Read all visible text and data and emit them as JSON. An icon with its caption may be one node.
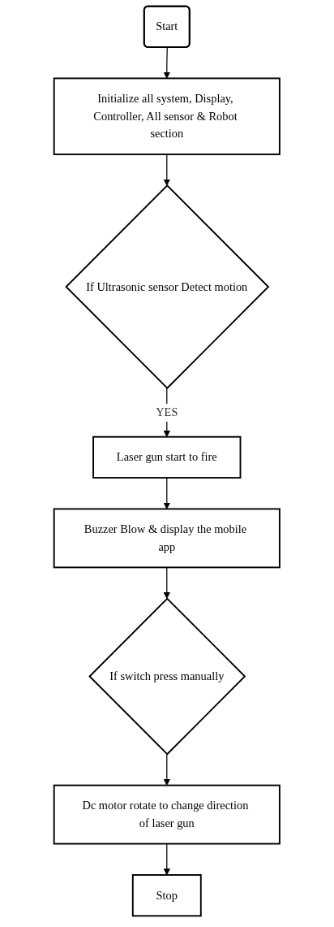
{
  "diagram": {
    "nodes": [
      {
        "text": [
          "Start"
        ]
      },
      {
        "text": [
          "Initialize all system, Display, Controller, All sensor & Robot section"
        ]
      },
      {
        "text": [
          "If Ultrasonic sensor Detect motion"
        ]
      },
      {
        "text": [
          "Laser gun start to fire"
        ]
      },
      {
        "text": [
          "Buzzer Blow & display the mobile app"
        ]
      },
      {
        "text": [
          "If switch press manually"
        ]
      },
      {
        "text": [
          "Dc motor rotate to change direction of laser gun"
        ]
      },
      {
        "text": [
          "Stop"
        ]
      }
    ],
    "edges": [
      {
        "from": 0,
        "to": 1,
        "arrow": "to"
      },
      {
        "from": 1,
        "to": 2,
        "arrow": "to"
      },
      {
        "from": 2,
        "to": 3,
        "arrow": "to",
        "label": "YES"
      },
      {
        "from": 3,
        "to": 4,
        "arrow": "to"
      },
      {
        "from": 4,
        "to": 5,
        "arrow": "to"
      },
      {
        "from": 5,
        "to": 6,
        "arrow": "to"
      },
      {
        "from": 6,
        "to": 7,
        "arrow": "to"
      }
    ]
  }
}
